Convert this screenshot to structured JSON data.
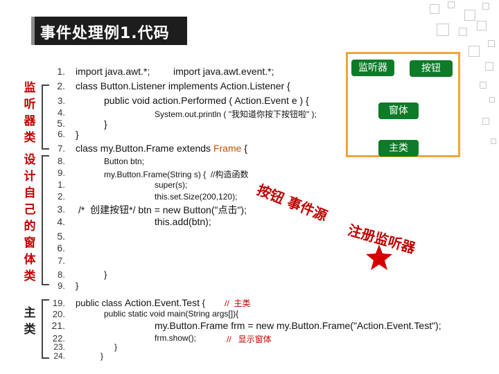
{
  "title": "事件处理例1.代码",
  "section_labels": {
    "listener": "监\n听\n器\n类",
    "window": "设\n计\n自\n己\n的\n窗\n体\n类",
    "main": "主\n类"
  },
  "line_numbers": [
    "1.",
    "2.",
    "3.",
    "4.",
    "5.",
    "6.",
    "7.",
    "8.",
    "9.",
    "1.",
    "2.",
    "3.",
    "4.",
    "5.",
    "6.",
    "7.",
    "8.",
    "9.",
    "19.",
    "20.",
    "21.",
    "22.",
    "23.",
    "24."
  ],
  "code": {
    "l1a": "import java.awt.*;",
    "l1b": "import java.awt.event.*;",
    "l2a": "class ",
    "l2b": "Button.Listener",
    "l2c": " implements ",
    "l2d": "Action.Listener",
    "l2e": " {",
    "l3a": "public void ",
    "l3b": "action.Performed",
    "l3c": " ( ",
    "l3d": "Action.Event",
    "l3e": " e ) {",
    "l4": "System.out.println ( \"我知道你按下按钮啦\" );",
    "l5": "}",
    "l6": "}",
    "l7a": "class ",
    "l7b": "my.Button.Frame",
    "l7c": " extends ",
    "l7d": "Frame",
    "l7e": " {",
    "l8": "Button btn;",
    "l9": "my.Button.Frame(String s) {  //构造函数",
    "l10": "super(s);",
    "l11": "this.set.Size(200,120);",
    "l12a": "/*  创建按钮*/ btn = new ",
    "l12b": "Button(\"点击\");",
    "l13": "this.add(btn);",
    "l17": "}",
    "l18": "}",
    "l19a": "public class ",
    "l19b": "Action.Event.Test",
    "l19c": " {",
    "l19d": "//  主类",
    "l20": "public static void main(String args[]){",
    "l21": "my.Button.Frame frm = new my.Button.Frame(\"Action.Event.Test\");",
    "l22a": "frm.show();",
    "l22b": "//   显示窗体",
    "l23": "}",
    "l24": "}"
  },
  "diagram": {
    "listener": "监听器",
    "button": "按钮",
    "window": "窗体",
    "main": "主类"
  },
  "annotations": {
    "source": "按钮 事件源",
    "register": "注册监听器"
  },
  "colors": {
    "accent_red": "#c00000",
    "tag_green": "#0e7b28",
    "frame_orange": "#f2a33c"
  }
}
